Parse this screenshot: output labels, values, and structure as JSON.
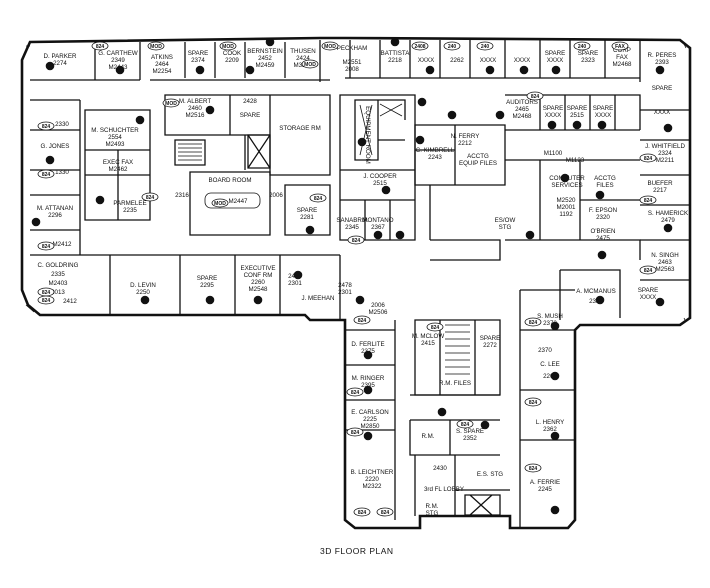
{
  "title": "3D FLOOR PLAN",
  "rooms": {
    "parker": [
      "D. PARKER",
      "2274"
    ],
    "carthew": [
      "G. CARTHEW",
      "2349",
      "M2443"
    ],
    "atkins": [
      "ATKINS",
      "2464",
      "M2254"
    ],
    "spare_2374": [
      "SPARE",
      "2374"
    ],
    "cook": [
      "COOK",
      "2209"
    ],
    "bernstein": [
      "BERNSTEIN",
      "2452",
      "M2459"
    ],
    "thusen": [
      "THUSEN",
      "2424",
      "M3279"
    ],
    "peckham": [
      "PECKHAM",
      "M2551",
      "2008"
    ],
    "battista": [
      "BATTISTA",
      "2218"
    ],
    "top_xxxx_1": [
      "XXXX"
    ],
    "top_2262": [
      "2262"
    ],
    "top_xxxx_2": [
      "XXXX"
    ],
    "top_xxxx_3": [
      "XXXX"
    ],
    "spare_xxxx_top": [
      "SPARE",
      "XXXX"
    ],
    "spare_2323": [
      "SPARE",
      "2323"
    ],
    "corp_fax": [
      "CORP",
      "FAX",
      "M2468"
    ],
    "peres": [
      "R. PERES",
      "2393"
    ],
    "spare_ne": [
      "SPARE",
      "XXXX"
    ],
    "schuchter": [
      "M. SCHUCHTER",
      "2554",
      "M2493"
    ],
    "albert": [
      "M. ALBERT",
      "2460",
      "M2516"
    ],
    "spare_2428": [
      "2428",
      "SPARE"
    ],
    "storage": [
      "STORAGE RM"
    ],
    "jones": [
      "G. JONES"
    ],
    "ext_2330": [
      "2330",
      "1330"
    ],
    "exec_fax": [
      "EXEC FAX",
      "M2462"
    ],
    "parmelee": [
      "PARMELEE",
      "2235"
    ],
    "board_room": [
      "BOARD ROOM",
      "M2447"
    ],
    "b2316": [
      "2316"
    ],
    "b2006": [
      "2006"
    ],
    "spare_2281": [
      "SPARE",
      "2281"
    ],
    "attanan": [
      "M. ATTANAN",
      "2296"
    ],
    "b2412_w": [
      "M2412"
    ],
    "goldring": [
      "C. GOLDRING",
      "2335",
      "M2403",
      "2013",
      "2412"
    ],
    "levin": [
      "D. LEVIN",
      "2250"
    ],
    "spare_2295": [
      "SPARE",
      "2295"
    ],
    "exec_conf": [
      "EXECUTIVE",
      "CONF RM",
      "2260",
      "M2548"
    ],
    "meehan": [
      "J. MEEHAN",
      "2301",
      "2478"
    ],
    "m2478": [
      "2478",
      "2301"
    ],
    "equip": [
      "EQUIPMENT ROOM"
    ],
    "cooper": [
      "J. COOPER",
      "2515"
    ],
    "sanabria": [
      "SANABRIA",
      "2345"
    ],
    "montano": [
      "MONTANO",
      "2367"
    ],
    "ferry": [
      "N. FERRY",
      "2212"
    ],
    "kimbrell": [
      "C. KIMBRELL",
      "2243"
    ],
    "acctg_equip": [
      "ACCTG",
      "EQUIP FILES"
    ],
    "auditors": [
      "AUDITORS",
      "2465",
      "M2468"
    ],
    "spare_2515": [
      "SPARE",
      "2515"
    ],
    "spare_xxxx_a": [
      "SPARE",
      "XXXX"
    ],
    "spare_xxxx_b": [
      "SPARE",
      "XXXX"
    ],
    "computer": [
      "COMPUTER",
      "SERVICES",
      "M1100",
      "M1123"
    ],
    "acctg_files": [
      "ACCTG",
      "FILES"
    ],
    "whitfield": [
      "J. WHITFIELD",
      "2324",
      "M2211"
    ],
    "buefer": [
      "BUEFER",
      "2217"
    ],
    "m2520": [
      "M2520",
      "M2001",
      "1192"
    ],
    "epson": [
      "F. EPSON",
      "2320"
    ],
    "obrien": [
      "O'BRIEN",
      "2475"
    ],
    "hamerick": [
      "S. HAMERICK",
      "2479"
    ],
    "singh": [
      "N. SINGH",
      "2463",
      "M2563"
    ],
    "spare_se": [
      "SPARE",
      "XXXX"
    ],
    "mcmanus": [
      "A. MCMANUS",
      "2326"
    ],
    "stg_2350": [
      "ES/OW",
      "STG"
    ],
    "mush": [
      "S. MUSH",
      "2372"
    ],
    "lee": [
      "2370",
      "C. LEE",
      "2266"
    ],
    "henry": [
      "L. HENRY",
      "2362"
    ],
    "ferrie": [
      "A. FERRIE",
      "2245"
    ],
    "ferlite": [
      "D. FERLITE",
      "2375"
    ],
    "ringer": [
      "M. RINGER",
      "2395"
    ],
    "carlson": [
      "E. CARLSON",
      "2225",
      "M2850"
    ],
    "leichtner": [
      "B. LEICHTNER",
      "2220",
      "M2322"
    ],
    "mclow": [
      "M. MCLOW",
      "2415"
    ],
    "spare_2272": [
      "SPARE",
      "2272"
    ],
    "rm_files": [
      "R.M. FILES"
    ],
    "rm": [
      "R.M."
    ],
    "spare_2352": [
      "S. SPARE",
      "2352"
    ],
    "lobby": [
      "3rd FL LOBBY"
    ],
    "b2430": [
      "2430"
    ],
    "es_stg": [
      "E.S. STG"
    ],
    "rm_stg": [
      "R.M.",
      "STG"
    ],
    "m2506": [
      "2006",
      "M2506"
    ]
  },
  "badges": {
    "t1": "824",
    "t2": "MOD",
    "t3": "MOD",
    "t4": "MOD",
    "t5": "MOD",
    "t6": "2408",
    "t7": "240",
    "t8": "240",
    "t9": "240",
    "t10": "FAX",
    "w1": "824",
    "w2": "824",
    "w3": "824",
    "w4": "824",
    "w5": "824",
    "w6": "824",
    "br1": "MOD",
    "br2": "MOD",
    "c1": "824",
    "c2": "824",
    "c3": "824",
    "c4": "824",
    "c5": "824",
    "c6": "824",
    "c7": "824",
    "c8": "824",
    "c9": "824",
    "e1": "824",
    "e2": "824",
    "e3": "824",
    "e4": "824",
    "s1": "824",
    "s2": "824",
    "s3": "824"
  }
}
